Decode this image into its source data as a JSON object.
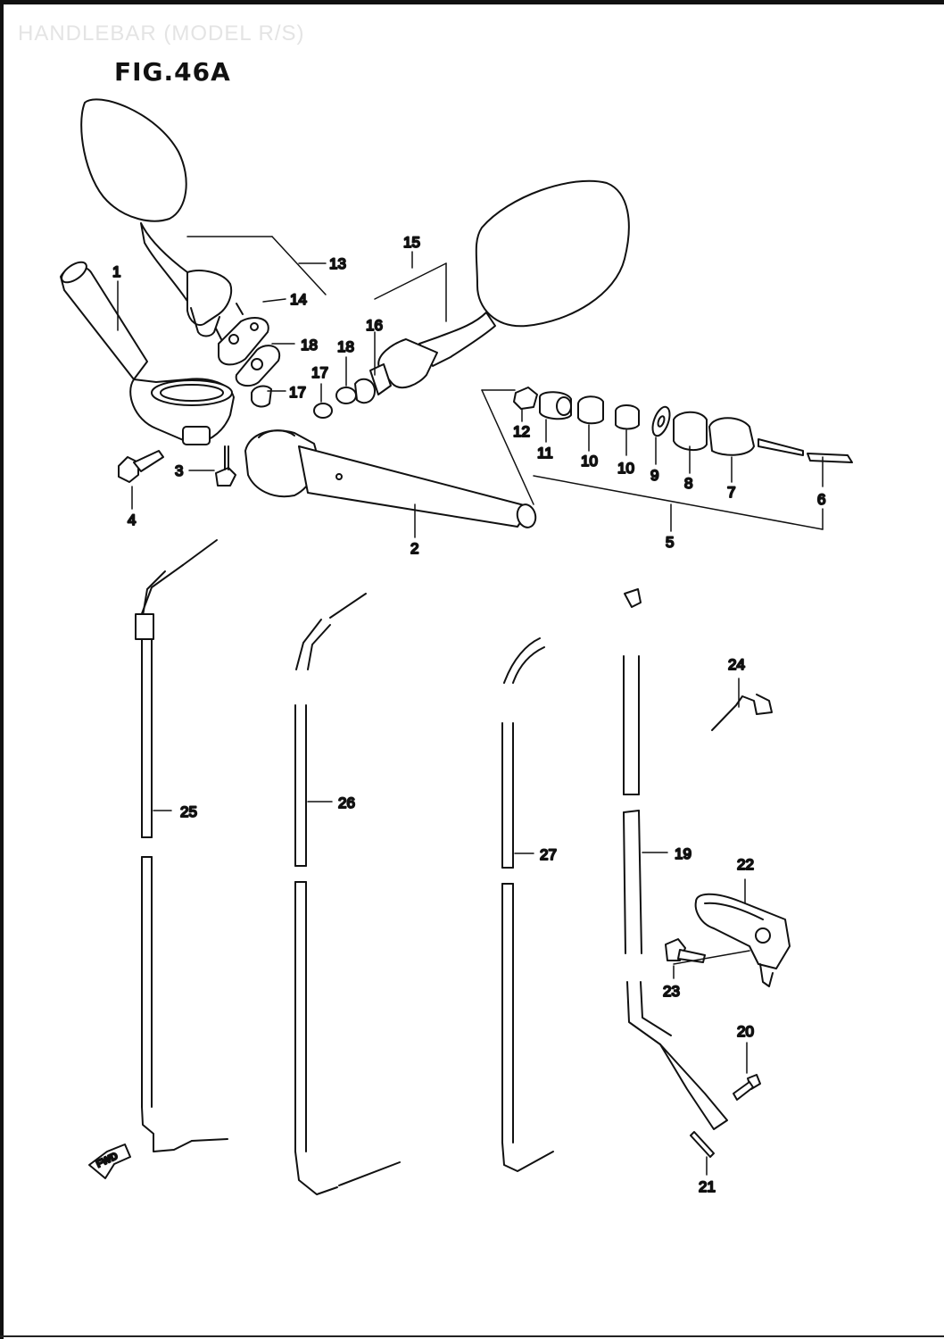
{
  "header": {
    "title": "HANDLEBAR (MODEL R/S)"
  },
  "figure": {
    "title": "FIG.46A"
  },
  "callouts": [
    "1",
    "2",
    "3",
    "4",
    "5",
    "6",
    "7",
    "8",
    "9",
    "10",
    "10",
    "11",
    "12",
    "13",
    "14",
    "15",
    "16",
    "17",
    "17",
    "18",
    "18",
    "19",
    "20",
    "21",
    "22",
    "23",
    "24",
    "25",
    "26",
    "27"
  ],
  "fwd_label": "FWD"
}
